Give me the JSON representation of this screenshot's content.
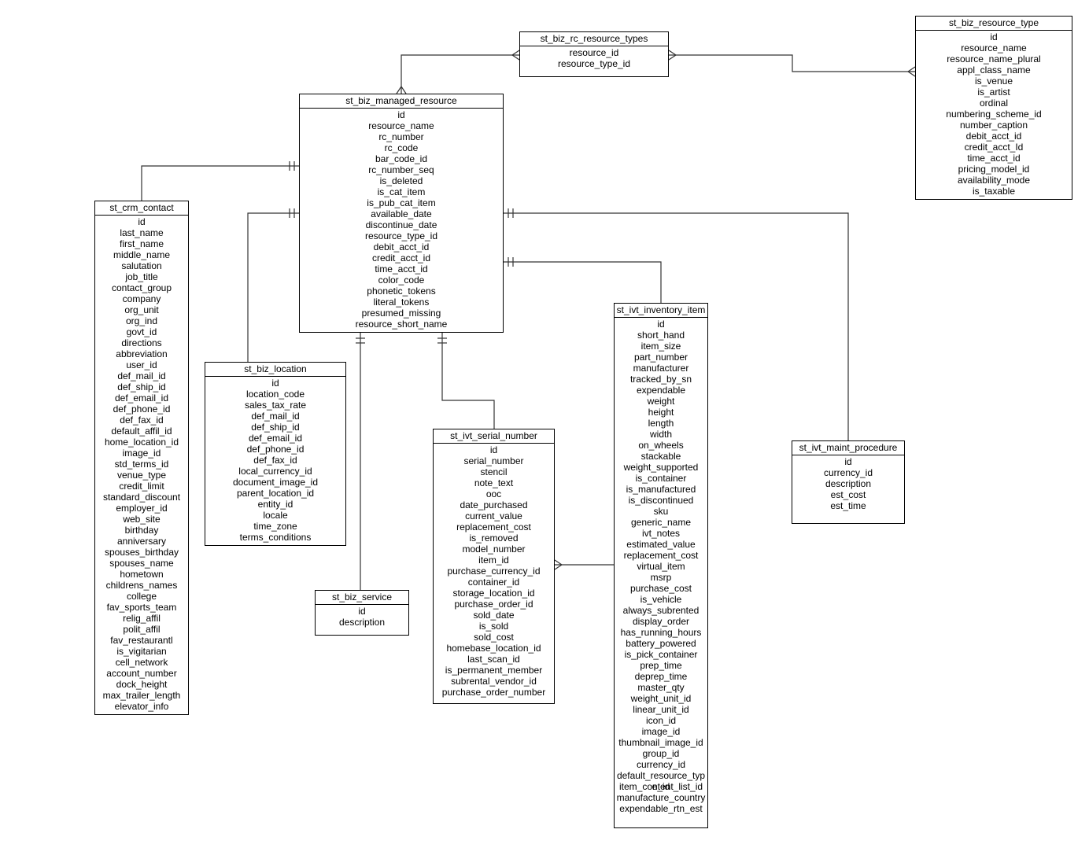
{
  "entities": [
    {
      "key": "rc_resource_types",
      "title": "st_biz_rc_resource_types",
      "fields": [
        "resource_id",
        "resource_type_id"
      ]
    },
    {
      "key": "resource_type",
      "title": "st_biz_resource_type",
      "fields": [
        "id",
        "resource_name",
        "resource_name_plural",
        "appl_class_name",
        "is_venue",
        "is_artist",
        "ordinal",
        "numbering_scheme_id",
        "number_caption",
        "debit_acct_id",
        "credit_acct_Id",
        "time_acct_id",
        "pricing_model_id",
        "availability_mode",
        "is_taxable"
      ]
    },
    {
      "key": "managed_resource",
      "title": "st_biz_managed_resource",
      "fields": [
        "id",
        "resource_name",
        "rc_number",
        "rc_code",
        "bar_code_id",
        "rc_number_seq",
        "is_deleted",
        "is_cat_item",
        "is_pub_cat_item",
        "available_date",
        "discontinue_date",
        "resource_type_id",
        "debit_acct_id",
        "credit_acct_id",
        "time_acct_id",
        "color_code",
        "phonetic_tokens",
        "literal_tokens",
        "presumed_missing",
        "resource_short_name"
      ]
    },
    {
      "key": "crm_contact",
      "title": "st_crm_contact",
      "fields": [
        "id",
        "last_name",
        "first_name",
        "middle_name",
        "salutation",
        "job_title",
        "contact_group",
        "company",
        "org_unit",
        "org_ind",
        "govt_id",
        "directions",
        "abbreviation",
        "user_id",
        "def_mail_id",
        "def_ship_id",
        "def_email_id",
        "def_phone_id",
        "def_fax_id",
        "default_affil_id",
        "home_location_id",
        "image_id",
        "std_terms_id",
        "venue_type",
        "credit_limit",
        "standard_discount",
        "employer_id",
        "web_site",
        "birthday",
        "anniversary",
        "spouses_birthday",
        "spouses_name",
        "hometown",
        "childrens_names",
        "college",
        "fav_sports_team",
        "relig_affil",
        "polit_affil",
        "fav_restaurantl",
        "is_vigitarian",
        "cell_network",
        "account_number",
        "dock_height",
        "max_trailer_length",
        "elevator_info"
      ]
    },
    {
      "key": "biz_location",
      "title": "st_biz_location",
      "fields": [
        "id",
        "location_code",
        "sales_tax_rate",
        "def_mail_id",
        "def_ship_id",
        "def_email_id",
        "def_phone_id",
        "def_fax_id",
        "local_currency_id",
        "document_image_id",
        "parent_location_id",
        "entity_id",
        "locale",
        "time_zone",
        "terms_conditions"
      ]
    },
    {
      "key": "biz_service",
      "title": "st_biz_service",
      "fields": [
        "id",
        "description"
      ]
    },
    {
      "key": "serial_number",
      "title": "st_ivt_serial_number",
      "fields": [
        "id",
        "serial_number",
        "stencil",
        "note_text",
        "ooc",
        "date_purchased",
        "current_value",
        "replacement_cost",
        "is_removed",
        "model_number",
        "item_id",
        "purchase_currency_id",
        "container_id",
        "storage_location_id",
        "purchase_order_id",
        "sold_date",
        "is_sold",
        "sold_cost",
        "homebase_location_id",
        "last_scan_id",
        "is_permanent_member",
        "subrental_vendor_id",
        "purchase_order_number"
      ]
    },
    {
      "key": "inventory_item",
      "title": "st_ivt_inventory_item",
      "fields": [
        "id",
        "short_hand",
        "item_size",
        "part_number",
        "manufacturer",
        "tracked_by_sn",
        "expendable",
        "weight",
        "height",
        "length",
        "width",
        "on_wheels",
        "stackable",
        "weight_supported",
        "is_container",
        "is_manufactured",
        "is_discontinued",
        "sku",
        "generic_name",
        "ivt_notes",
        "estimated_value",
        "replacement_cost",
        "virtual_item",
        "msrp",
        "purchase_cost",
        "is_vehicle",
        "always_subrented",
        "display_order",
        "has_running_hours",
        "battery_powered",
        "is_pick_container",
        "prep_time",
        "deprep_time",
        "master_qty",
        "weight_unit_id",
        "linear_unit_id",
        "icon_id",
        "image_id",
        "thumbnail_image_id",
        "group_id",
        "currency_id",
        "default_resource_type_id",
        "item_content_list_id",
        "manufacture_country",
        "expendable_rtn_est"
      ]
    },
    {
      "key": "maint_procedure",
      "title": "st_ivt_maint_procedure",
      "fields": [
        "id",
        "currency_id",
        "description",
        "est_cost",
        "est_time"
      ]
    }
  ]
}
